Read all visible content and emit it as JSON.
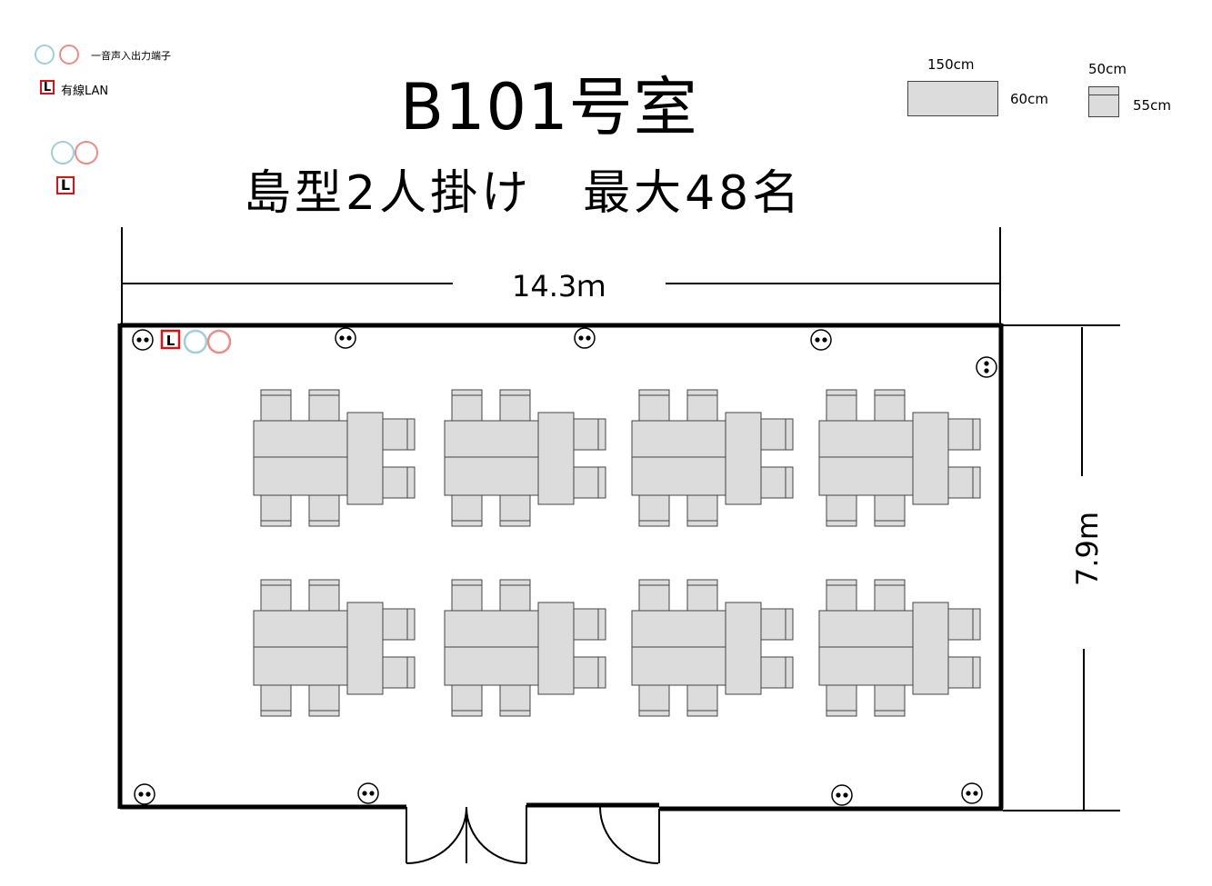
{
  "legend": {
    "audio_label": "一音声入出力端子",
    "lan_label": "有線LAN",
    "lan_glyph": "L"
  },
  "title": {
    "room": "B101号室",
    "layout": "島型2人掛け　最大48名"
  },
  "scale": {
    "long_table_width": "150cm",
    "long_table_depth": "60cm",
    "chair_width": "50cm",
    "chair_depth": "55cm"
  },
  "dimensions": {
    "width": "14.3ｍ",
    "depth": "7.9m"
  },
  "colors": {
    "furniture_fill": "#dcdcdc",
    "furniture_stroke": "#444444",
    "audio_blue": "#9fcfdc",
    "audio_red": "#ee8b85",
    "lan_red": "#dd1111"
  }
}
